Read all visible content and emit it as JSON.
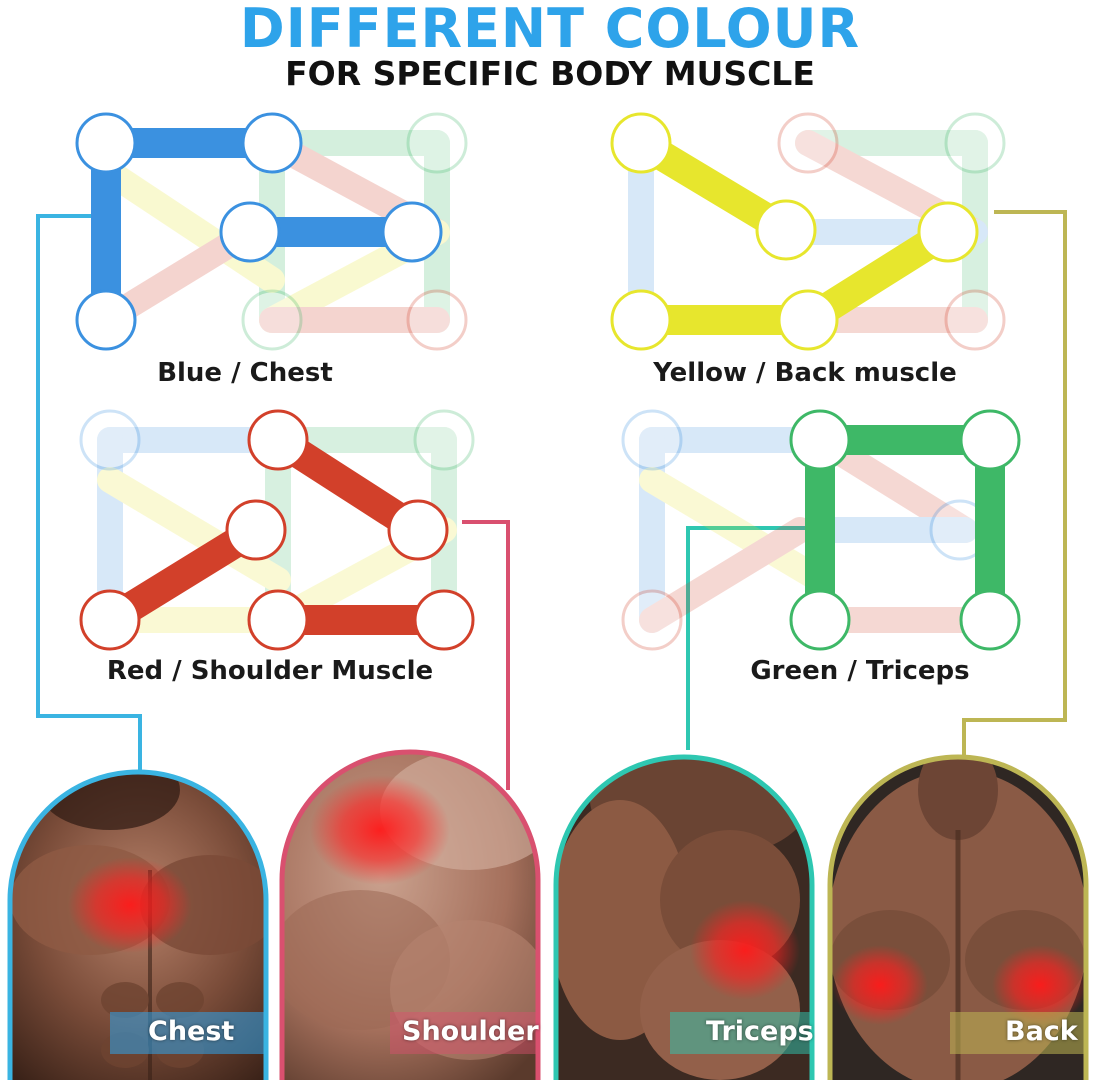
{
  "header": {
    "title": "DIFFERENT COLOUR",
    "subtitle": "FOR SPECIFIC BODY MUSCLE"
  },
  "colors": {
    "blue": "#3b91e0",
    "yellow": "#e7e62d",
    "red": "#d2402a",
    "green": "#3eb867",
    "cyan_line": "#3ab4e2",
    "pink_line": "#d9506f",
    "teal_line": "#2ec7b1",
    "olive_line": "#bdb654",
    "title_blue": "#2ea3ea"
  },
  "diagrams": [
    {
      "id": "blue",
      "label": "Blue / Chest"
    },
    {
      "id": "yellow",
      "label": "Yellow / Back muscle"
    },
    {
      "id": "red",
      "label": "Red / Shoulder Muscle"
    },
    {
      "id": "green",
      "label": "Green / Triceps"
    }
  ],
  "photos": [
    {
      "id": "chest",
      "tag": "Chest"
    },
    {
      "id": "shoulder",
      "tag": "Shoulder"
    },
    {
      "id": "triceps",
      "tag": "Triceps"
    },
    {
      "id": "back",
      "tag": "Back"
    }
  ]
}
